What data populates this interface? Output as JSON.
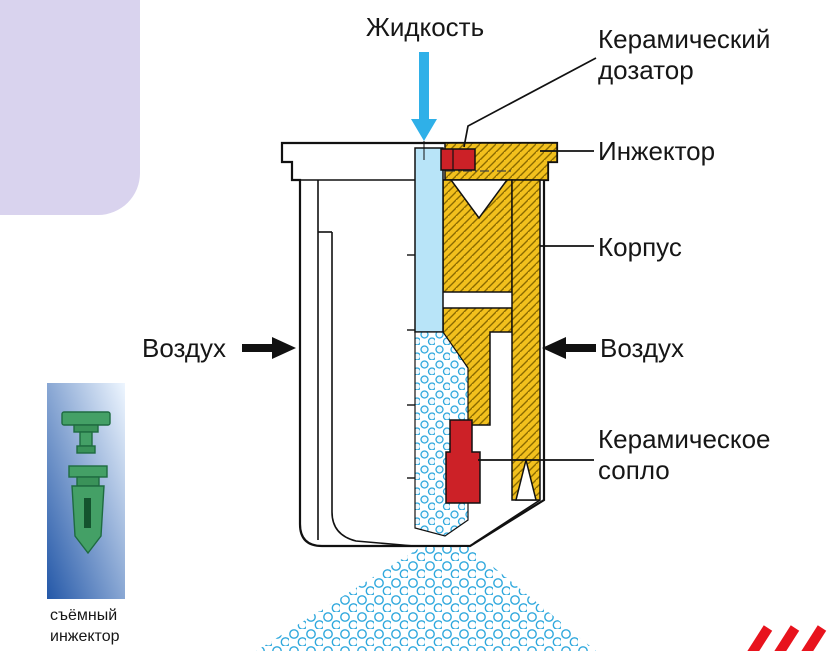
{
  "colors": {
    "lavender": "#d9d3ee",
    "liquid_blue": "#2fb0e8",
    "liquid_fill": "#b8e4f8",
    "bubble_stroke": "#2fa8dd",
    "brass_yellow": "#f2c01d",
    "hatch_line": "#8a6a00",
    "ceramic_red": "#cc2127",
    "outline": "#111111",
    "panel_dark": "#2458a8",
    "panel_light": "#eef6ff",
    "green_main": "#44a066",
    "green_dark": "#1e6b40",
    "accent_red_marks": "#e8131d"
  },
  "diagram": {
    "liquid_label": "Жидкость",
    "callouts": {
      "ceramic_doser": "Керамический дозатор",
      "injector": "Инжектор",
      "body": "Корпус",
      "air_right": "Воздух",
      "ceramic_nozzle": "Керамическое сопло"
    },
    "air_left_label": "Воздух"
  },
  "inset": {
    "caption": "съёмный инжектор"
  }
}
